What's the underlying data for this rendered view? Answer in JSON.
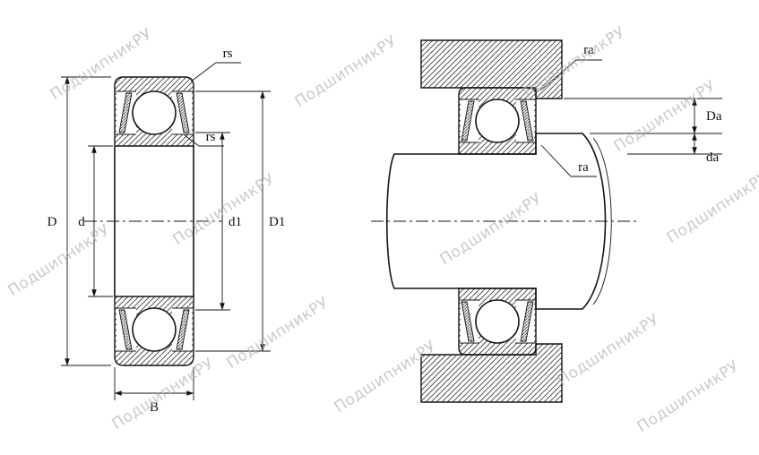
{
  "watermark": {
    "text": "ПодшипникРУ",
    "color": "#b9b9b9"
  },
  "colors": {
    "background": "#ffffff",
    "line": "#141414"
  },
  "left_view": {
    "labels": {
      "rs_outer": "rs",
      "rs_inner": "rs",
      "D": "D",
      "d": "d",
      "d1": "d1",
      "D1": "D1",
      "B": "B"
    }
  },
  "right_view": {
    "labels": {
      "ra_housing": "ra",
      "ra_shaft": "ra",
      "Da": "Da",
      "da": "da"
    }
  }
}
